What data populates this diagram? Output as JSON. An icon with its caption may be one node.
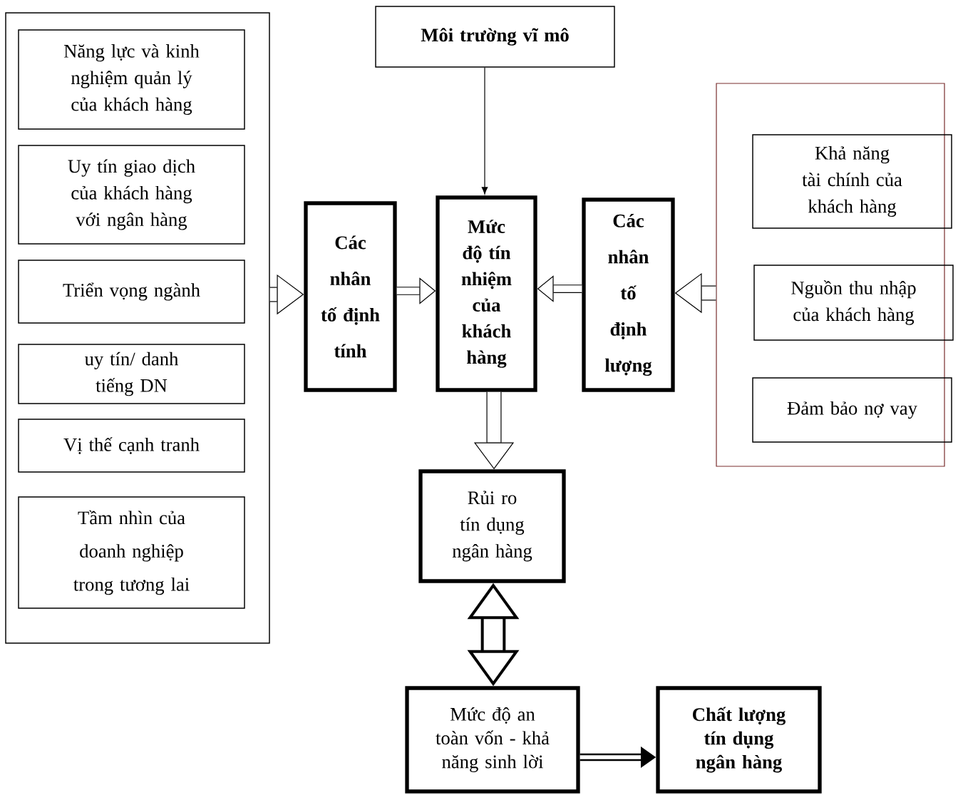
{
  "diagram": {
    "nodes": [
      {
        "text": [],
        "shape": "box"
      },
      {
        "text": [
          "Năng lực và kinh nghiệm  quản lý của khách hàng"
        ],
        "in": 0
      },
      {
        "text": [
          "Uy tín giao dịch của khách hàng với ngân hàng"
        ],
        "in": 0
      },
      {
        "text": [
          "Triển vọng ngành"
        ],
        "in": 0
      },
      {
        "text": [
          "uy tín/ danh tiếng DN"
        ],
        "in": 0
      },
      {
        "text": [
          "Vị thế cạnh tranh"
        ],
        "in": 0
      },
      {
        "text": [
          "Tầm nhìn của doanh nghiệp trong tương lai"
        ],
        "in": 0
      },
      {
        "text": [
          "Môi trường vĩ mô"
        ]
      },
      {
        "text": [
          "Các nhân tố định tính"
        ]
      },
      {
        "text": [
          "Mức độ tín nhiệm của khách hàng"
        ]
      },
      {
        "text": [
          "Các nhân tố định lượng"
        ]
      },
      {
        "text": [],
        "shape": "box"
      },
      {
        "text": [
          "Khả năng tài chính của khách hàng"
        ],
        "in": 11
      },
      {
        "text": [
          "Nguồn thu nhập của khách hàng"
        ],
        "in": 11
      },
      {
        "text": [
          "Đảm bảo nợ vay"
        ],
        "in": 11
      },
      {
        "text": [
          "Rủi ro tín dụng ngân hàng"
        ]
      },
      {
        "text": [
          "Mức độ an toàn vốn - khả năng sinh lời"
        ]
      },
      {
        "text": [
          "Chất lượng tín dụng ngân hàng"
        ]
      }
    ],
    "edges": [
      {
        "from": 0,
        "to": 8,
        "arrow": "to"
      },
      {
        "from": 8,
        "to": 9,
        "arrow": "to"
      },
      {
        "from": 7,
        "to": 9,
        "arrow": "to"
      },
      {
        "from": 10,
        "to": 9,
        "arrow": "to"
      },
      {
        "from": 11,
        "to": 10,
        "arrow": "to"
      },
      {
        "from": 9,
        "to": 15,
        "arrow": "to"
      },
      {
        "from": 15,
        "to": 16,
        "arrow": "both",
        "style": "thick"
      },
      {
        "from": 16,
        "to": 17,
        "arrow": "to"
      }
    ]
  }
}
